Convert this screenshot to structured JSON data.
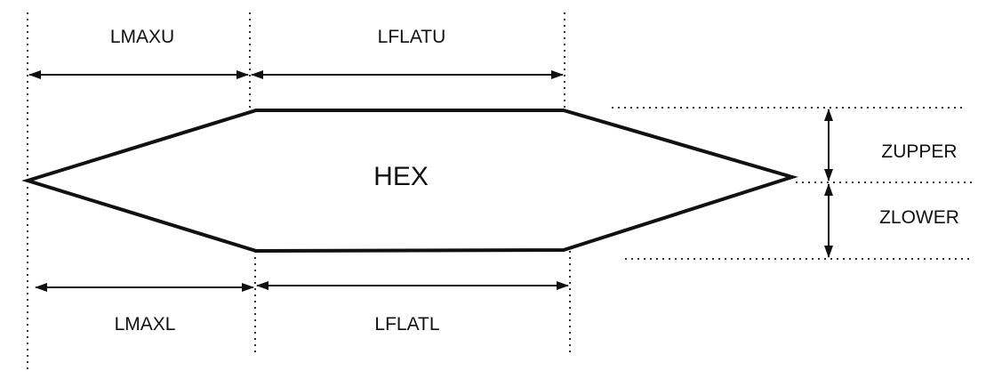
{
  "diagram": {
    "shape_label": "HEX",
    "labels": {
      "lmaxu": "LMAXU",
      "lflatu": "LFLATU",
      "lmaxl": "LMAXL",
      "lflatl": "LFLATL",
      "zupper": "ZUPPER",
      "zlower": "ZLOWER"
    }
  }
}
